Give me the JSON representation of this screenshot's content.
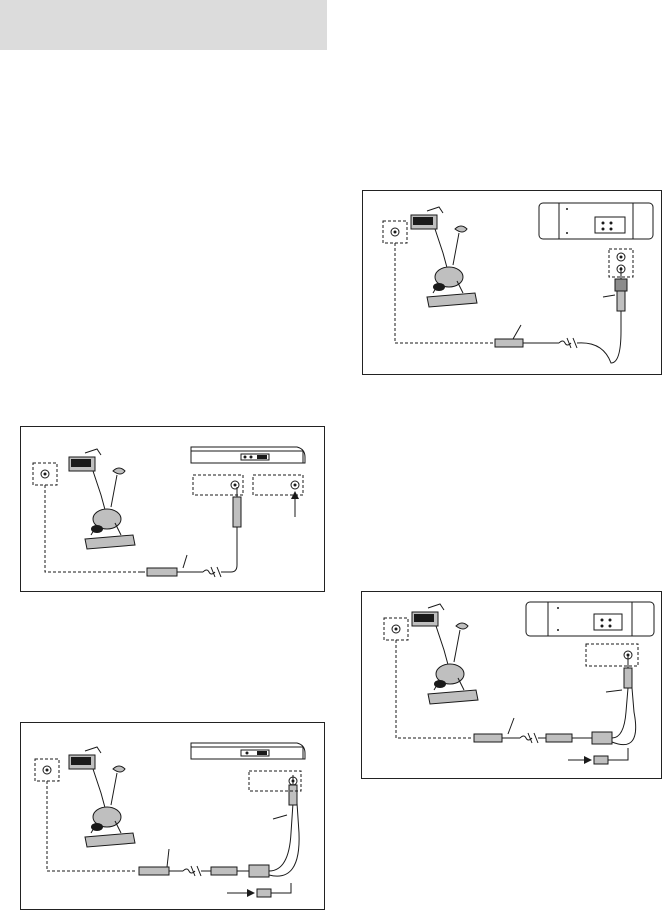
{
  "page": {
    "header_band": ""
  },
  "figures": [
    {
      "id": "figure-cd-player-direct",
      "device": "portable-cd-player",
      "connection": "direct-audio-cable"
    },
    {
      "id": "figure-cd-player-with-splitter",
      "device": "portable-cd-player",
      "connection": "audio-cable-with-splitter-and-headphones"
    },
    {
      "id": "figure-stereo-rca-adapter",
      "device": "stereo",
      "connection": "audio-cable-with-rca-adapter"
    },
    {
      "id": "figure-stereo-with-splitter",
      "device": "stereo",
      "connection": "audio-cable-with-splitter"
    }
  ],
  "icons": {
    "bike": "exercise-bike-icon",
    "cd_player": "cd-player-icon",
    "stereo": "stereo-icon",
    "jack": "audio-jack-icon",
    "plug": "audio-plug-icon",
    "arrow": "arrow-icon"
  }
}
